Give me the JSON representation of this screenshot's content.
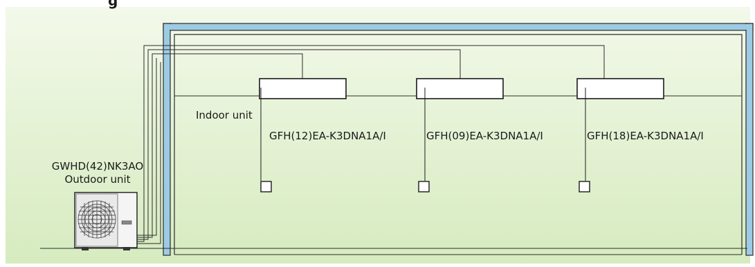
{
  "heading_fragment": "g",
  "indoor_label": "Indoor unit",
  "outdoor_unit": {
    "model": "GWHD(42)NK3AO",
    "label": "Outdoor unit"
  },
  "indoor_units": [
    {
      "model": "GFH(12)EA-K3DNA1A/I"
    },
    {
      "model": "GFH(09)EA-K3DNA1A/I"
    },
    {
      "model": "GFH(18)EA-K3DNA1A/I"
    }
  ],
  "colors": {
    "background_top": "#f3f9ea",
    "background_bottom": "#d7ecc1",
    "wall_fill": "#9ecbe4",
    "line": "#1a1a1a"
  }
}
